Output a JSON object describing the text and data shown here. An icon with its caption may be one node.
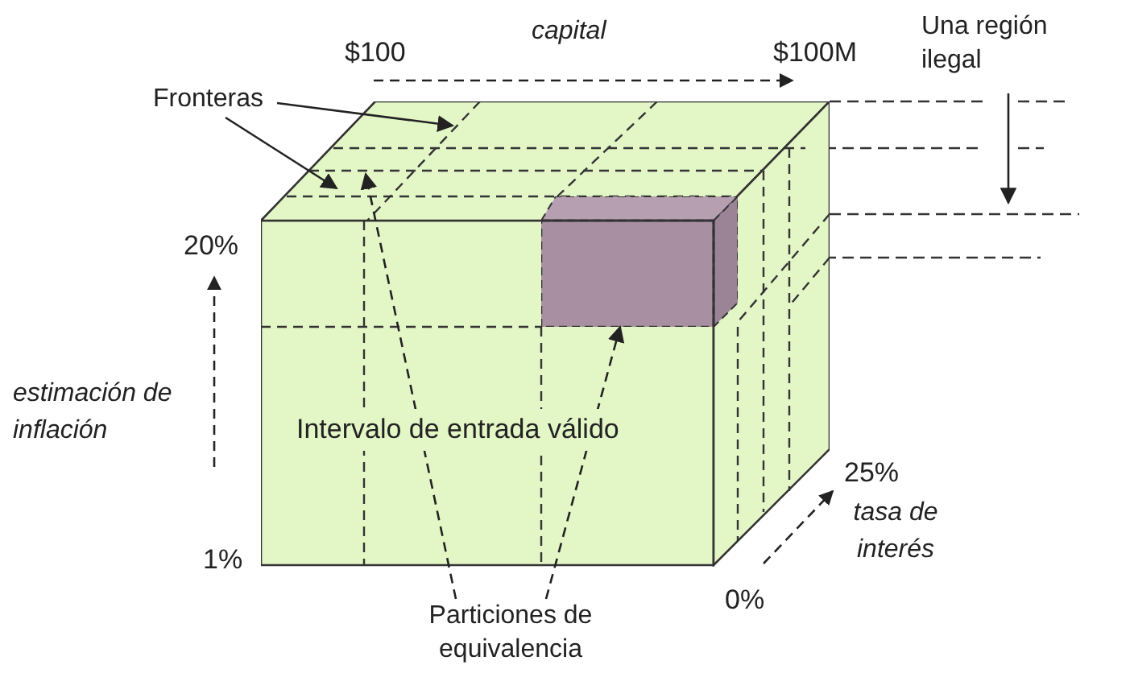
{
  "diagram": {
    "nodes": [
      {
        "text": [
          "Fronteras"
        ]
      },
      {
        "text": [
          "Particiones de equivalencia"
        ]
      },
      {
        "text": [
          "Intervalo de entrada válido"
        ]
      },
      {
        "text": [],
        "shape": "box",
        "in": 2
      },
      {
        "text": [
          "Una región ilegal"
        ]
      }
    ],
    "edges": [
      {
        "from": 0,
        "to": 2,
        "arrow": "to"
      },
      {
        "from": 0,
        "to": 2,
        "arrow": "to"
      },
      {
        "from": 1,
        "to": 2,
        "arrow": "to",
        "style": "dashed"
      },
      {
        "from": 1,
        "to": 3,
        "arrow": "to",
        "style": "dashed"
      },
      {
        "from": 4,
        "to": null,
        "arrow": "to"
      }
    ],
    "labels": [
      "capital",
      "$100",
      "$100M",
      "20%",
      "estimación de inflación",
      "1%",
      "25%",
      "tasa de interés",
      "0%"
    ]
  }
}
